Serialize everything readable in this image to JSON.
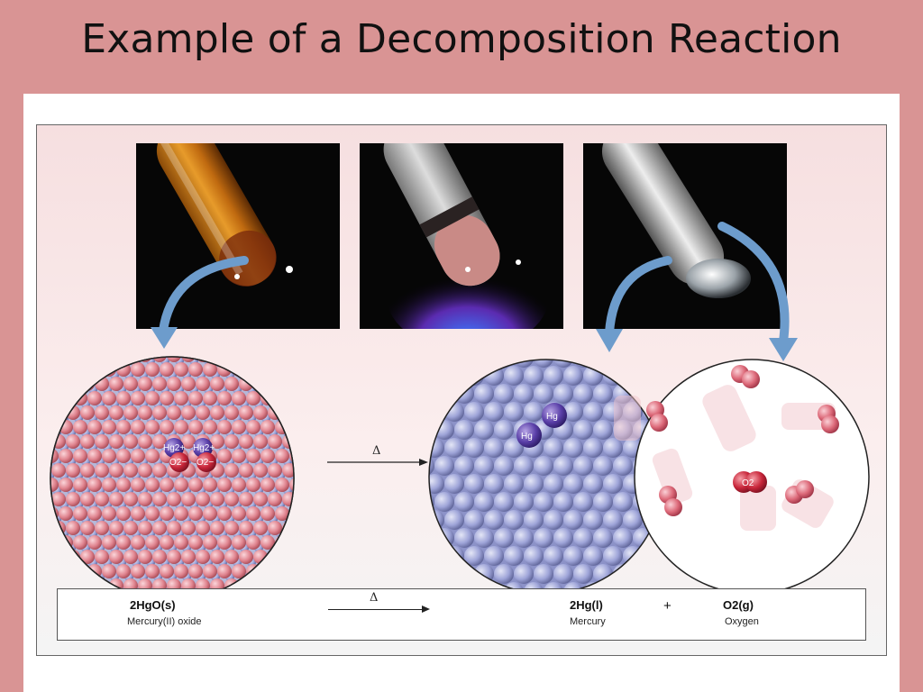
{
  "slide": {
    "title": "Example of a Decomposition Reaction"
  },
  "micro": {
    "hgo_ions": [
      "Hg2+",
      "Hg2+",
      "O2−",
      "O2−"
    ],
    "hg_label": "Hg",
    "o2_label": "O2",
    "delta_symbol": "Δ"
  },
  "equation": {
    "reactant_formula": "2HgO(s)",
    "reactant_name": "Mercury(II) oxide",
    "delta_symbol": "Δ",
    "product1_formula": "2Hg(l)",
    "product1_name": "Mercury",
    "plus": "+",
    "product2_formula": "O2(g)",
    "product2_name": "Oxygen"
  },
  "colors": {
    "slide_background": "#d99494",
    "oxide_sphere": "#e0848f",
    "mercury_sphere": "#9ea4d8",
    "oxygen_sphere": "#dc6878",
    "arrow_blue": "#6d9ccc"
  }
}
